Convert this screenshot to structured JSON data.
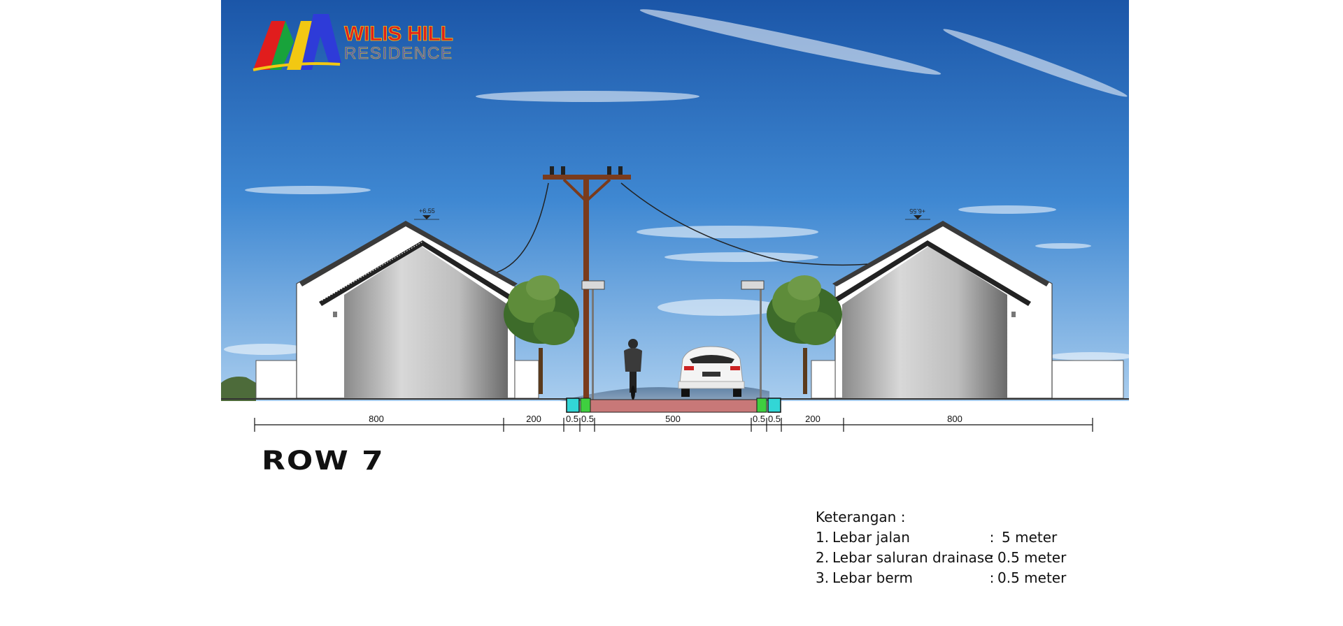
{
  "logo": {
    "line1": "WILIS HILL",
    "line2": "RESIDENCE"
  },
  "elevations": {
    "left": "+6.55",
    "right": "+6.55"
  },
  "dimensions": [
    "800",
    "200",
    "0.5",
    "0.5",
    "500",
    "0.5",
    "0.5",
    "200",
    "800"
  ],
  "section_title": "ROW 7",
  "legend": {
    "title": "Keterangan :",
    "items": [
      {
        "num": "1.",
        "label": "Lebar jalan",
        "sep": ":",
        "value": "5 meter"
      },
      {
        "num": "2.",
        "label": "Lebar saluran drainase",
        "sep": ":",
        "value": "0.5 meter"
      },
      {
        "num": "3.",
        "label": "Lebar berm",
        "sep": ":",
        "value": "0.5 meter"
      }
    ]
  },
  "colors": {
    "sky_top": "#1f5fb3",
    "sky_bottom": "#9cc8ee",
    "road": "#c87878",
    "drain": "#32d6d6",
    "berm": "#3fcf3f",
    "pole": "#7a3b1c",
    "logo_text": "#e0201b",
    "logo_text2": "#3d4fd6"
  }
}
